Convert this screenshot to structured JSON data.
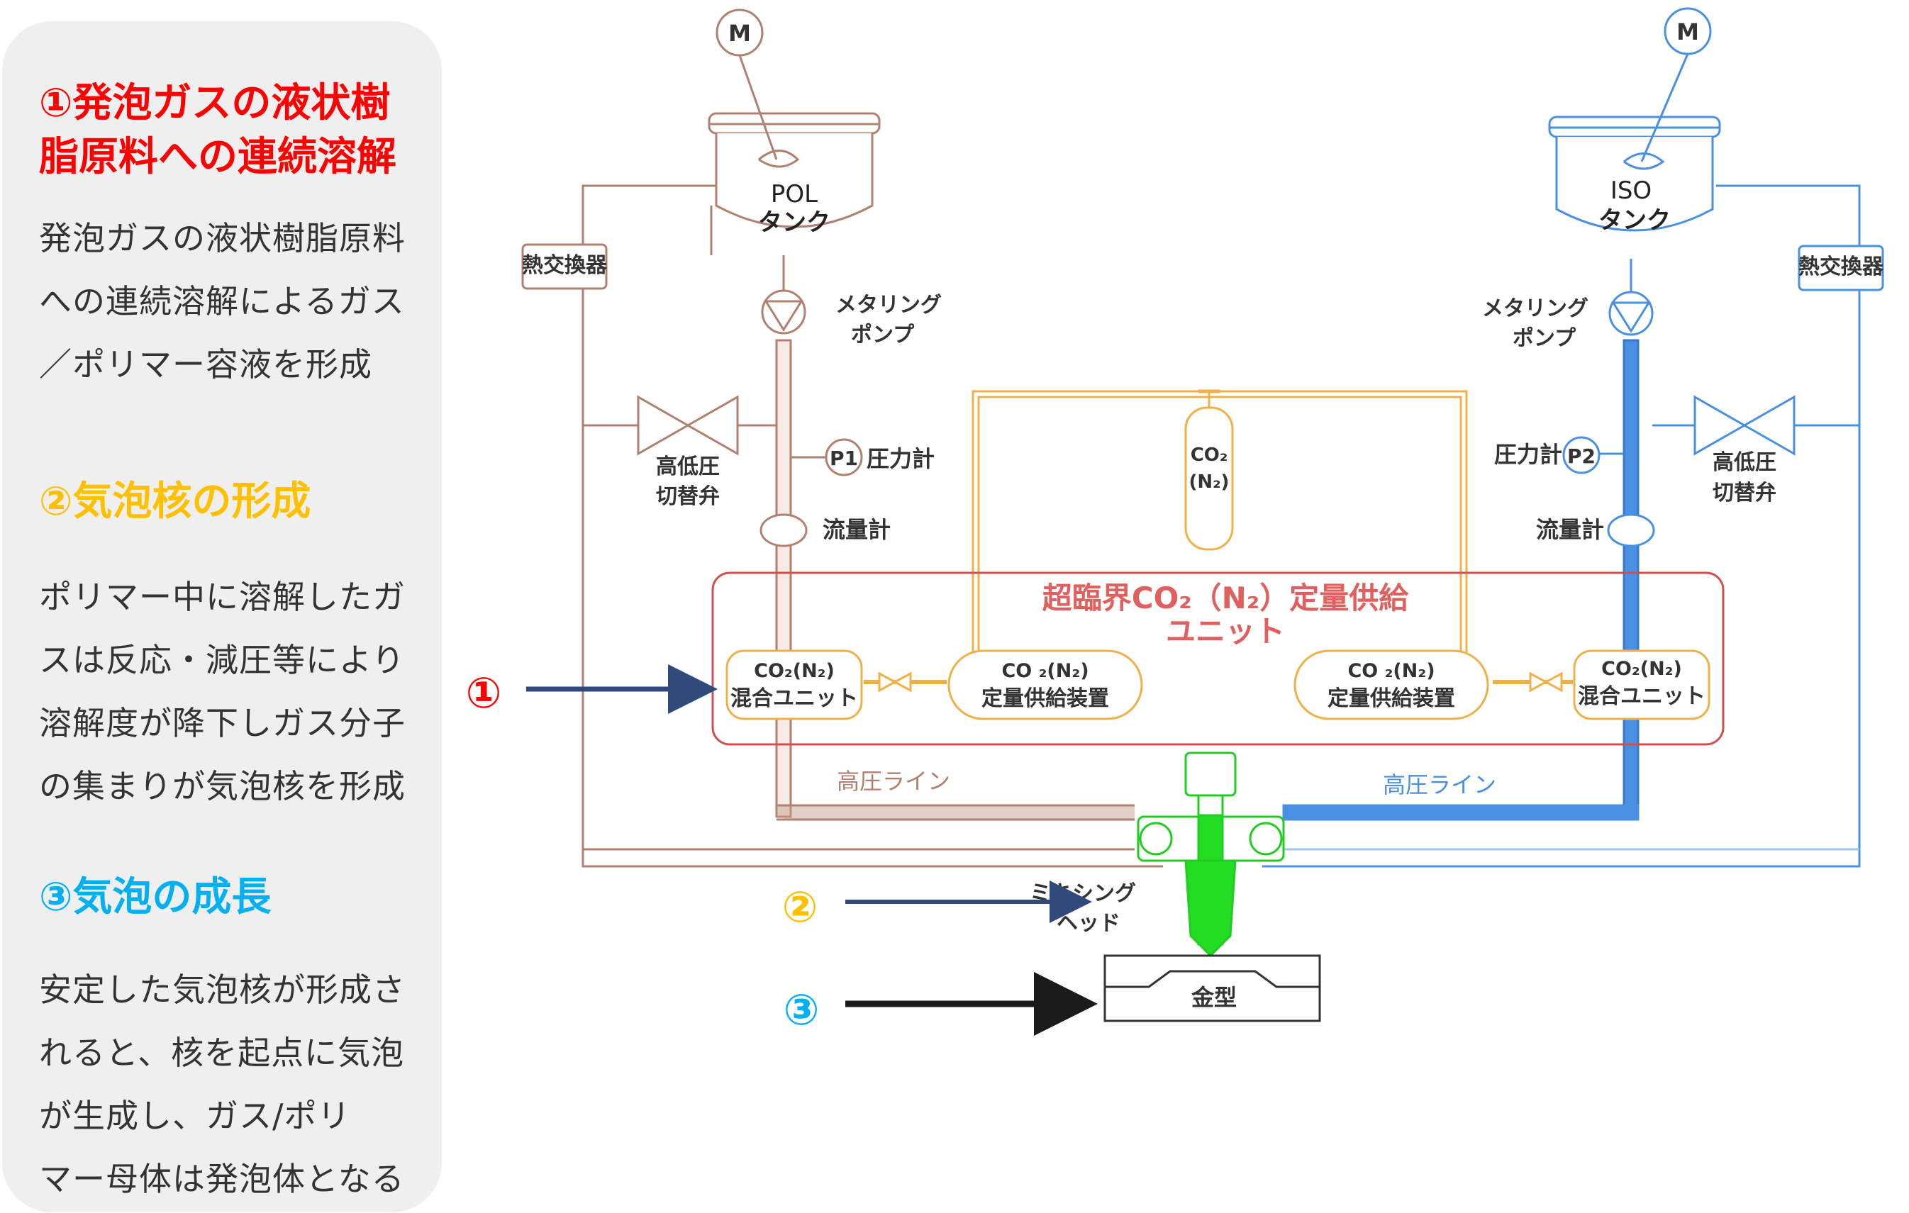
{
  "colors": {
    "red": "#ff0000",
    "orange": "#ffc000",
    "blue": "#00b0f0",
    "pol_line": "#b08070",
    "iso_line": "#4a90e2",
    "co2_line": "#f0b048",
    "unit_box": "#d05050",
    "mixing_head": "#22cc22",
    "arrow": "#2f4a7a"
  },
  "sections": [
    {
      "title": "①発泡ガスの液状樹\n脂原料への連続溶解",
      "body": "発泡ガスの液状樹脂原料\nへの連続溶解によるガス\n／ポリマー容液を形成"
    },
    {
      "title": "②気泡核の形成",
      "body": "ポリマー中に溶解したガ\nスは反応・減圧等により\n溶解度が降下しガス分子\nの集まりが気泡核を形成"
    },
    {
      "title": "③気泡の成長",
      "body": "安定した気泡核が形成さ\nれると、核を起点に気泡\nが生成し、ガス/ポリ\nマー母体は発泡体となる"
    }
  ],
  "diagram": {
    "motor": "M",
    "pol_tank": [
      "POL",
      "タンク"
    ],
    "iso_tank": [
      "ISO",
      "タンク"
    ],
    "heat_exchanger": "熱交換器",
    "metering_pump": [
      "メタリング",
      "ポンプ"
    ],
    "valve": [
      "高低圧",
      "切替弁"
    ],
    "p1": "P1",
    "p2": "P2",
    "pressure_gauge": "圧力計",
    "flow_meter": "流量計",
    "co2_cylinder": [
      "CO₂",
      "(N₂)"
    ],
    "unit_title": [
      "超臨界CO₂（N₂）定量供給",
      "ユニット"
    ],
    "mixing_unit": [
      "CO₂(N₂)",
      "混合ユニット"
    ],
    "supply_device": [
      "CO ₂(N₂)",
      "定量供給装置"
    ],
    "high_pressure_line": "高圧ライン",
    "mixing_head": [
      "ミキシング",
      "ヘッド"
    ],
    "mold": "金型",
    "markers": [
      "①",
      "②",
      "③"
    ]
  }
}
